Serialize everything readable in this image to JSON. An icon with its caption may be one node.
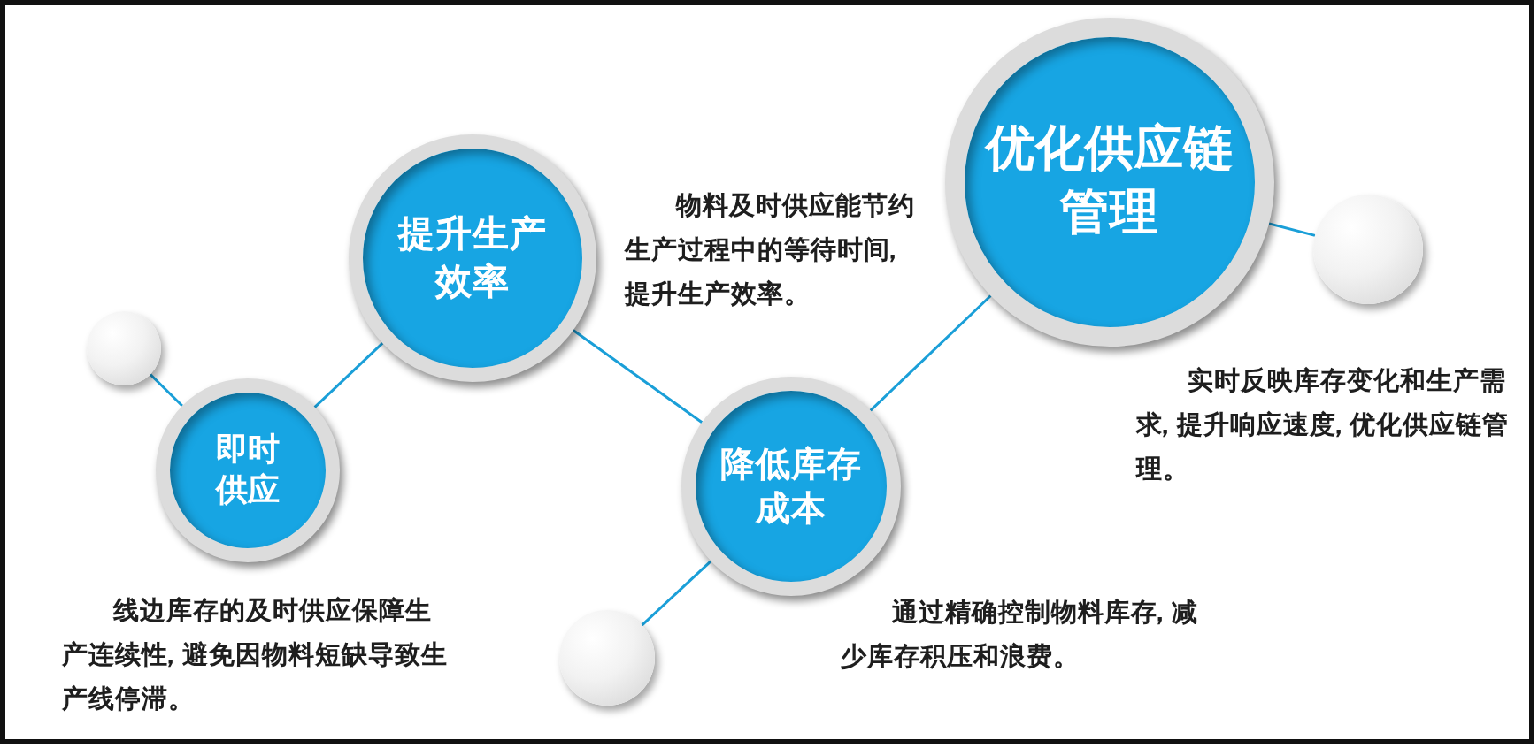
{
  "diagram": {
    "nodes": [
      {
        "text": [],
        "shape": "circle"
      },
      {
        "text": [
          "即时供应"
        ],
        "beside": [
          "线边库存的及时供应保障生产连续性，避免因物料短缺导致生产线停滞。"
        ]
      },
      {
        "text": [
          "提升生产效率"
        ],
        "beside": [
          "物料及时供应能节约生产过程中的等待时间，提升生产效率。"
        ]
      },
      {
        "text": [
          "降低库存成本"
        ],
        "beside": [
          "通过精确控制物料库存，减少库存积压和浪费。"
        ]
      },
      {
        "text": [],
        "shape": "circle"
      },
      {
        "text": [
          "优化供应链管理"
        ],
        "beside": [
          "实时反映库存变化和生产需求，提升响应速度，优化供应链管理。"
        ]
      },
      {
        "text": [],
        "shape": "circle"
      }
    ],
    "edges": [
      {
        "from": 0,
        "to": 1,
        "arrow": "none"
      },
      {
        "from": 1,
        "to": 2,
        "arrow": "none"
      },
      {
        "from": 2,
        "to": 3,
        "arrow": "none"
      },
      {
        "from": 3,
        "to": 4,
        "arrow": "none"
      },
      {
        "from": 3,
        "to": 5,
        "arrow": "none"
      },
      {
        "from": 5,
        "to": 6,
        "arrow": "none"
      }
    ]
  }
}
